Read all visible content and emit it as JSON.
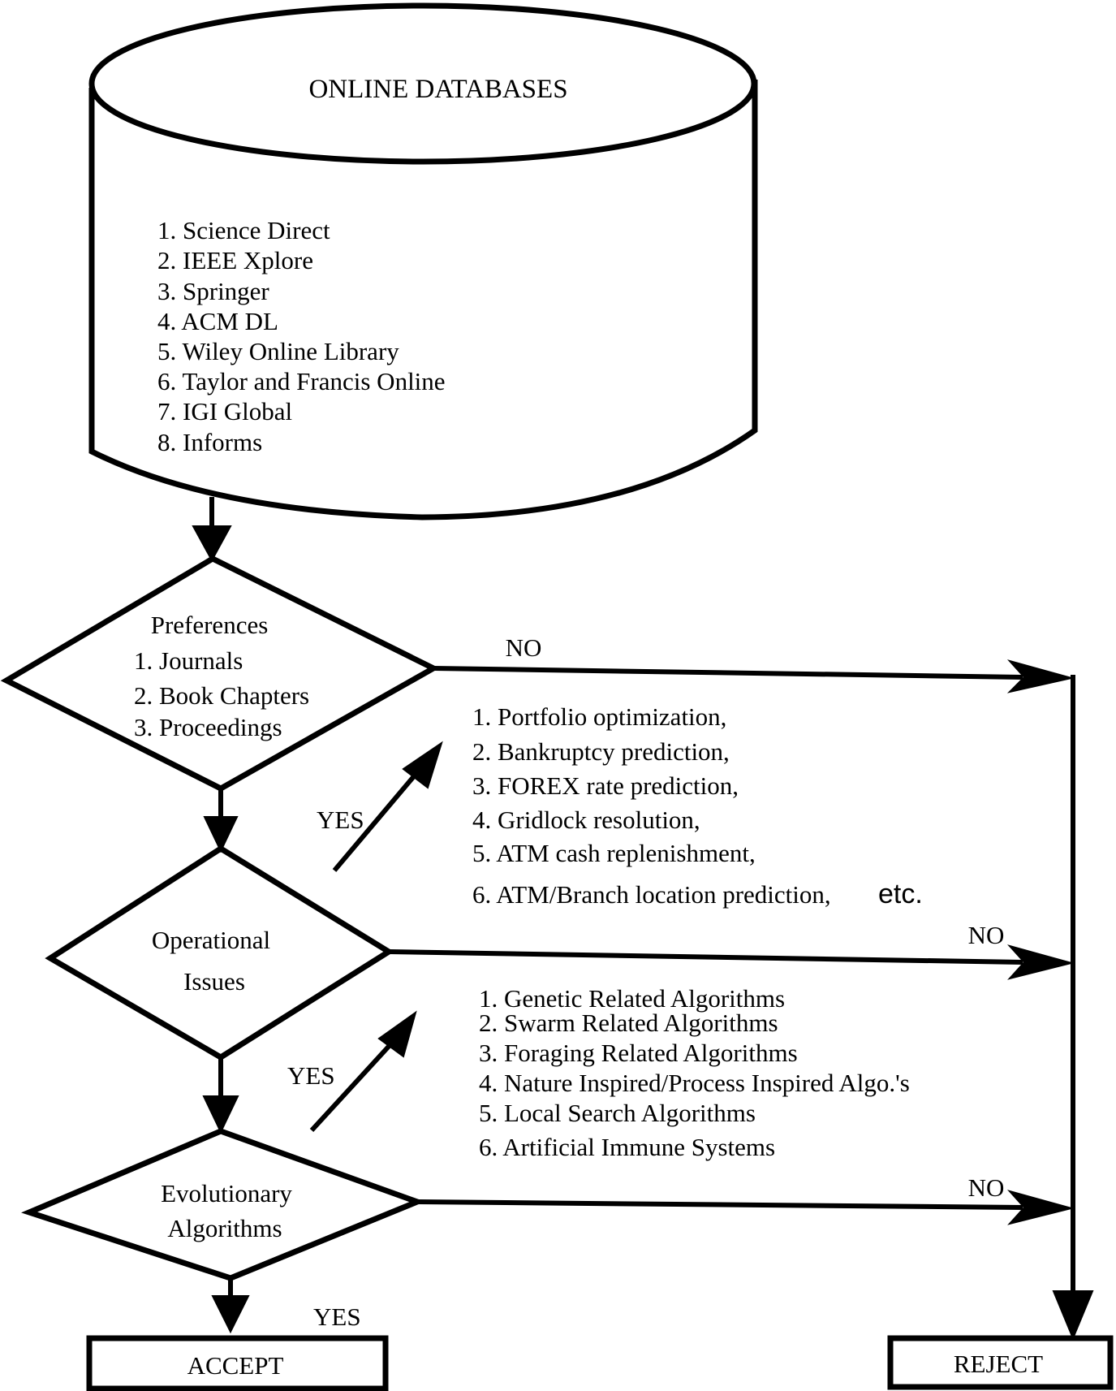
{
  "database": {
    "title": "ONLINE DATABASES",
    "items": [
      "1. Science Direct",
      "2. IEEE Xplore",
      "3. Springer",
      "4. ACM DL",
      "5. Wiley Online Library",
      "6. Taylor and Francis Online",
      "7. IGI Global",
      "8.  Informs"
    ]
  },
  "preferences": {
    "title": "Preferences",
    "items": [
      "1. Journals",
      "2. Book Chapters",
      "3. Proceedings"
    ]
  },
  "operational": {
    "line1": "Operational",
    "line2": "Issues",
    "items": [
      "1. Portfolio optimization,",
      "2. Bankruptcy prediction,",
      "3. FOREX rate prediction,",
      "4. Gridlock resolution,",
      "5. ATM cash replenishment,",
      "6. ATM/Branch location prediction,"
    ],
    "etc": " etc."
  },
  "evolutionary": {
    "line1": "Evolutionary",
    "line2": "Algorithms",
    "items": [
      "1. Genetic Related Algorithms",
      "2. Swarm Related Algorithms",
      "3. Foraging Related Algorithms",
      "4. Nature Inspired/Process Inspired Algo.'s",
      "5. Local Search Algorithms",
      "6. Artificial Immune Systems"
    ]
  },
  "labels": {
    "no1": "NO",
    "no2": "NO",
    "no3": "NO",
    "yes1": "YES",
    "yes2": "YES",
    "yes3": "YES"
  },
  "accept": "ACCEPT",
  "reject": "REJECT"
}
